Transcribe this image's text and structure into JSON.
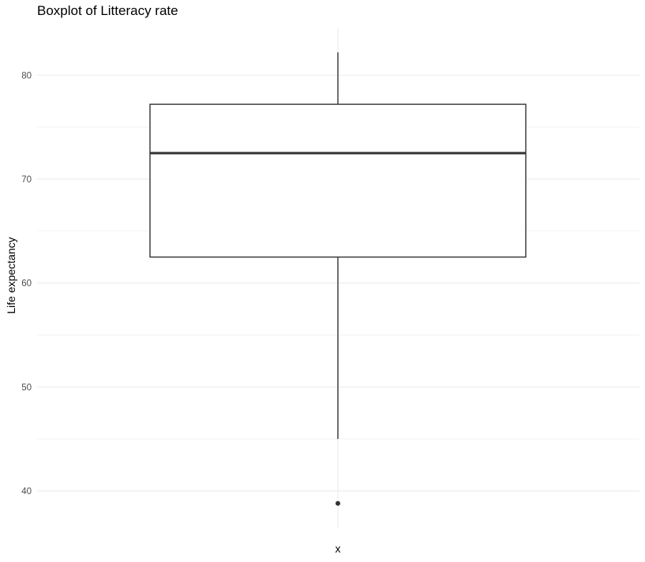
{
  "chart_data": {
    "type": "boxplot",
    "title": "Boxplot of Litteracy rate",
    "xlabel": "x",
    "ylabel": "Life expectancy",
    "ylim": [
      36.5,
      84.5
    ],
    "y_ticks": [
      40,
      50,
      60,
      70,
      80
    ],
    "grid": true,
    "box": {
      "whisker_low": 45.0,
      "q1": 62.5,
      "median": 72.5,
      "q3": 77.2,
      "whisker_high": 82.2,
      "outliers": [
        38.8
      ]
    },
    "colors": {
      "box_stroke": "#333333",
      "grid": "#ebebeb",
      "tick_text": "#4d4d4d"
    }
  }
}
